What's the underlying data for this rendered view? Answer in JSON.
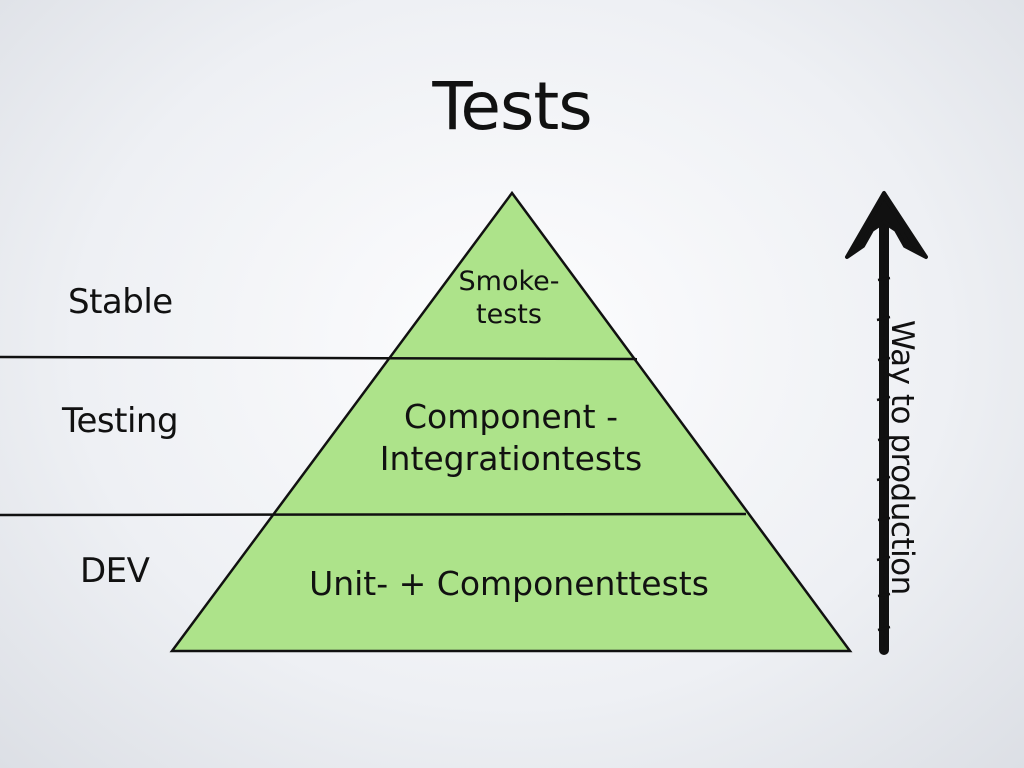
{
  "title": "Tests",
  "environments": [
    {
      "label": "Stable"
    },
    {
      "label": "Testing"
    },
    {
      "label": "DEV"
    }
  ],
  "pyramid": {
    "fill_color": "#ade38a",
    "tiers": [
      {
        "line1": "Smoke-",
        "line2": "tests"
      },
      {
        "line1": "Component -",
        "line2": "Integrationtests"
      },
      {
        "line1": "Unit- + Componenttests"
      }
    ]
  },
  "arrow": {
    "label": "Way to production",
    "icon": "hand-drawn-up-arrow-icon"
  }
}
